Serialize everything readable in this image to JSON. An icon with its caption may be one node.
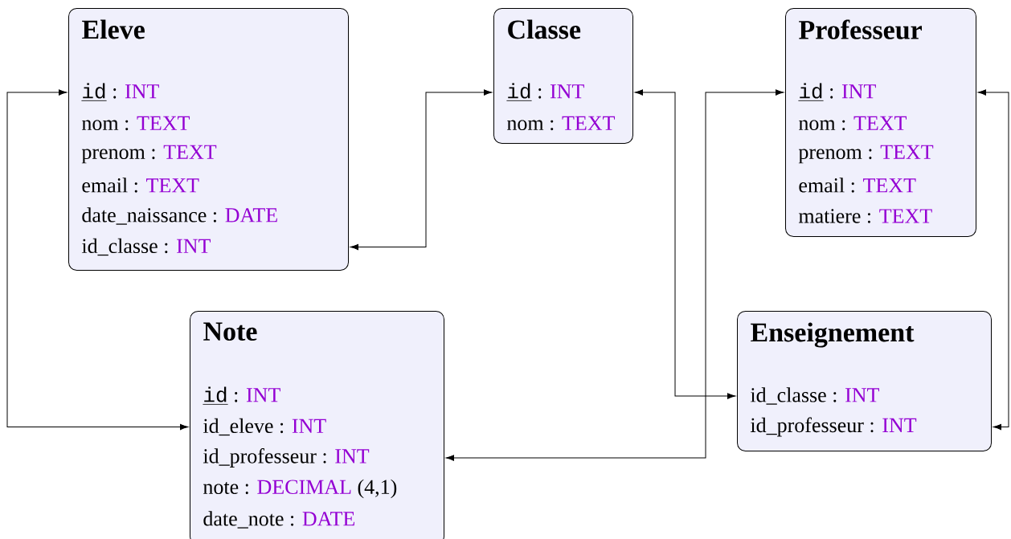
{
  "diagram": {
    "nodes": [
      {
        "text": [
          "Eleve"
        ]
      },
      {
        "text": [
          "id",
          ":",
          "INT"
        ],
        "in": 0
      },
      {
        "text": [
          "nom",
          ":",
          "TEXT"
        ],
        "in": 0
      },
      {
        "text": [
          "prenom",
          ":",
          "TEXT"
        ],
        "in": 0
      },
      {
        "text": [
          "email",
          ":",
          "TEXT"
        ],
        "in": 0
      },
      {
        "text": [
          "date_naissance",
          ":",
          "DATE"
        ],
        "in": 0
      },
      {
        "text": [
          "id_classe",
          ":",
          "INT"
        ],
        "in": 0
      },
      {
        "text": [
          "Classe"
        ]
      },
      {
        "text": [
          "id",
          ":",
          "INT"
        ],
        "in": 7
      },
      {
        "text": [
          "nom",
          ":",
          "TEXT"
        ],
        "in": 7
      },
      {
        "text": [
          "Professeur"
        ]
      },
      {
        "text": [
          "id",
          ":",
          "INT"
        ],
        "in": 10
      },
      {
        "text": [
          "nom",
          ":",
          "TEXT"
        ],
        "in": 10
      },
      {
        "text": [
          "prenom",
          ":",
          "TEXT"
        ],
        "in": 10
      },
      {
        "text": [
          "email",
          ":",
          "TEXT"
        ],
        "in": 10
      },
      {
        "text": [
          "matiere",
          ":",
          "TEXT"
        ],
        "in": 10
      },
      {
        "text": [
          "Note"
        ]
      },
      {
        "text": [
          "id",
          ":",
          "INT"
        ],
        "in": 16
      },
      {
        "text": [
          "id_eleve",
          ":",
          "INT"
        ],
        "in": 16
      },
      {
        "text": [
          "id_professeur",
          ":",
          "INT"
        ],
        "in": 16
      },
      {
        "text": [
          "note",
          ":",
          "DECIMAL",
          "(4,1)"
        ],
        "in": 16
      },
      {
        "text": [
          "date_note",
          ":",
          "DATE"
        ],
        "in": 16
      },
      {
        "text": [
          "Enseignement"
        ]
      },
      {
        "text": [
          "id_classe",
          ":",
          "INT"
        ],
        "in": 22
      },
      {
        "text": [
          "id_professeur",
          ":",
          "INT"
        ],
        "in": 22
      }
    ],
    "edges": [
      {
        "from": 0,
        "to": 16,
        "arrow": "both"
      },
      {
        "from": 0,
        "to": 7,
        "arrow": "both"
      },
      {
        "from": 7,
        "to": 22,
        "arrow": "both"
      },
      {
        "from": 10,
        "to": 22,
        "arrow": "both"
      },
      {
        "from": 16,
        "to": 10,
        "arrow": "both"
      }
    ]
  }
}
